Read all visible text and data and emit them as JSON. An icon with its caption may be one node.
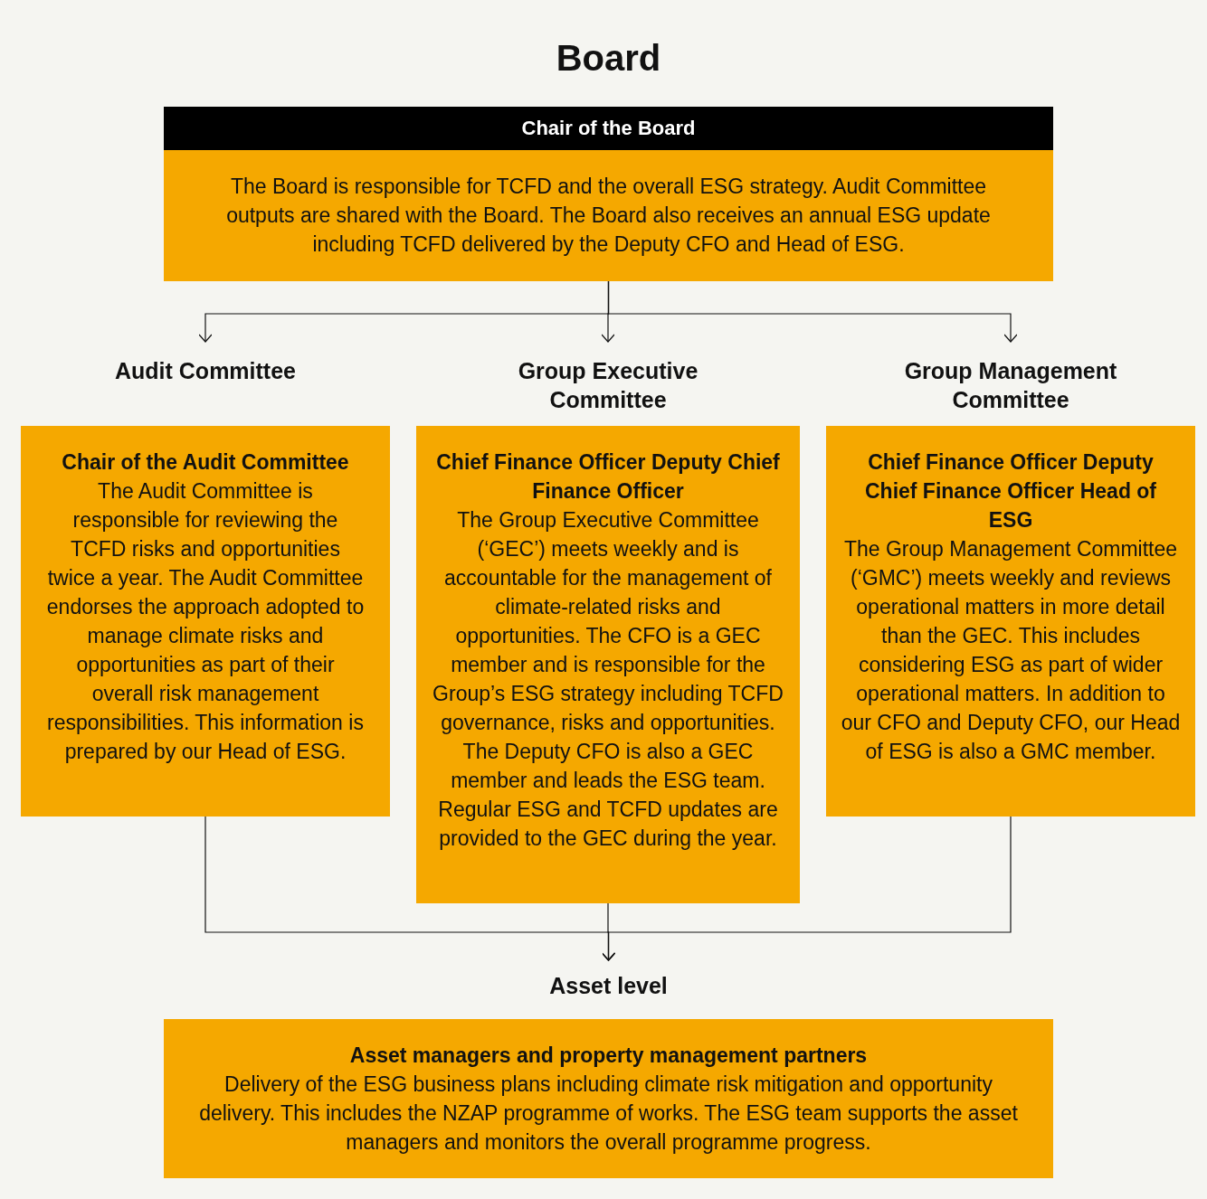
{
  "diagram": {
    "nodes": [
      {
        "text": [
          "Board",
          "Chair of the Board",
          "The Board is responsible for TCFD and the overall ESG strategy. Audit Committee outputs are shared with the Board. The Board also receives an annual ESG update including TCFD delivered by the Deputy CFO and Head of ESG."
        ]
      },
      {
        "text": [
          "Audit Committee",
          "Chair of the Audit Committee",
          "The Audit Committee is responsible for reviewing the TCFD risks and opportunities twice a year. The Audit Committee endorses the approach adopted to manage climate risks and opportunities as part of their overall risk management responsibilities. This information is prepared by our Head of ESG."
        ]
      },
      {
        "text": [
          "Group Executive Committee",
          "Chief Finance Officer Deputy Chief Finance Officer",
          "The Group Executive Committee (‘GEC’) meets weekly and is accountable for the management of climate-related risks and opportunities. The CFO is a GEC member and is responsible for the Group’s ESG strategy including TCFD governance, risks and opportunities. The Deputy CFO is also a GEC member and leads the ESG team. Regular ESG and TCFD updates are provided to the GEC during the year."
        ]
      },
      {
        "text": [
          "Group Management Committee",
          "Chief Finance Officer Deputy Chief Finance Officer Head of ESG",
          "The Group Management Committee (‘GMC’) meets weekly and reviews operational matters in more detail than the GEC. This includes considering ESG as part of wider operational matters. In addition to our CFO and Deputy CFO, our Head of ESG is also a GMC member."
        ]
      },
      {
        "text": [
          "Asset level",
          "Asset managers and property management partners",
          "Delivery of the ESG business plans including climate risk mitigation and opportunity delivery. This includes the NZAP programme of works. The ESG team supports the asset managers and monitors the overall programme progress."
        ]
      }
    ],
    "edges": [
      {
        "from": 0,
        "to": 1,
        "arrow": "to"
      },
      {
        "from": 0,
        "to": 2,
        "arrow": "to"
      },
      {
        "from": 0,
        "to": 3,
        "arrow": "to"
      },
      {
        "from": 1,
        "to": 4,
        "arrow": "to"
      },
      {
        "from": 2,
        "to": 4,
        "arrow": "to"
      },
      {
        "from": 3,
        "to": 4,
        "arrow": "to"
      }
    ]
  }
}
